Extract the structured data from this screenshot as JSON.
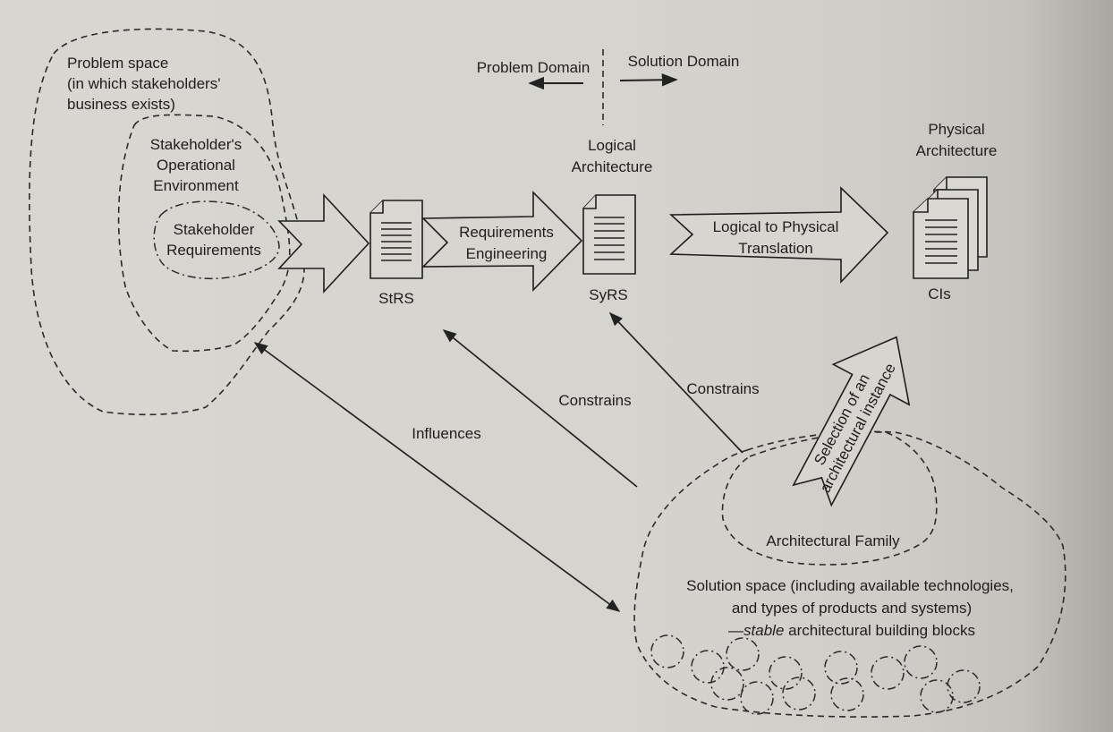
{
  "diagram": {
    "regions": {
      "problem_space": [
        "Problem space",
        "(in which stakeholders'",
        "business exists)"
      ],
      "operational_environment": [
        "Stakeholder's",
        "Operational",
        "Environment"
      ],
      "stakeholder_requirements": [
        "Stakeholder",
        "Requirements"
      ],
      "architectural_family": "Architectural Family",
      "solution_space": {
        "line1": "Solution space (including available technologies,",
        "line2": "and types of products and systems)",
        "line3_prefix": "—",
        "line3_italic": "stable",
        "line3_rest": " architectural building blocks"
      }
    },
    "domain_divider": {
      "left": "Problem Domain",
      "right": "Solution Domain"
    },
    "headings": {
      "logical_architecture": [
        "Logical",
        "Architecture"
      ],
      "physical_architecture": [
        "Physical",
        "Architecture"
      ]
    },
    "documents": {
      "strs": "StRS",
      "syrs": "SyRS",
      "cis": "CIs"
    },
    "process_arrows": {
      "requirements_engineering": [
        "Requirements",
        "Engineering"
      ],
      "logical_to_physical": [
        "Logical to Physical",
        "Translation"
      ],
      "selection": [
        "Selection of an",
        "architectural instance"
      ]
    },
    "relations": {
      "influences": "Influences",
      "constrains_strs": "Constrains",
      "constrains_syrs": "Constrains"
    }
  }
}
